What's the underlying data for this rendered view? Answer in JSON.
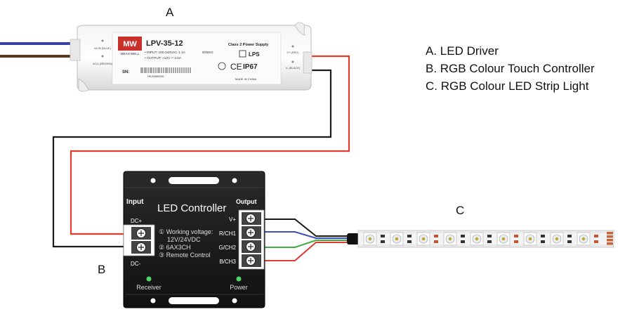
{
  "labels": {
    "a": "A",
    "b": "B",
    "c": "C"
  },
  "legend": [
    "A. LED Driver",
    "B. RGB Colour Touch Controller",
    "C. RGB Colour LED Strip Light"
  ],
  "driver": {
    "brand_logo": "MW",
    "brand_name": "MEAN WELL",
    "model": "LPV-35-12",
    "class_text": "Class 2 Power Supply",
    "input_text": "• INPUT: 100-240VAC  1.1A",
    "freq_text": "50/60Hz",
    "output_text": "• OUTPUT: +12V ═ 3.0A",
    "lps": "LPS",
    "ip": "IP67",
    "ce": "CE",
    "sn_label": "SN:",
    "barcode_text": "HK33486230",
    "made_in": "MADE IN CHINA",
    "left_terms": [
      "AC/N (BLUE)",
      "AC/L (BROWN)"
    ],
    "right_terms": [
      "V+ (RED)",
      "V- (BLACK)"
    ]
  },
  "controller": {
    "title": "LED Controller",
    "input_label": "Input",
    "output_label": "Output",
    "dc_plus": "DC+",
    "dc_minus": "DC-",
    "specs": [
      "① Working voltage:",
      "12V/24VDC",
      "② 6AX3CH",
      "③ Remote Control"
    ],
    "outputs": [
      "V+",
      "R/CH1",
      "G/CH2",
      "B/CH3"
    ],
    "receiver": "Receiver",
    "power": "Power"
  },
  "colors": {
    "red_wire": "#e53a2e",
    "black_wire": "#1a1a1a",
    "blue_wire": "#3b4fbf",
    "green_wire": "#3fae3f",
    "led_green": "#4cd964"
  }
}
